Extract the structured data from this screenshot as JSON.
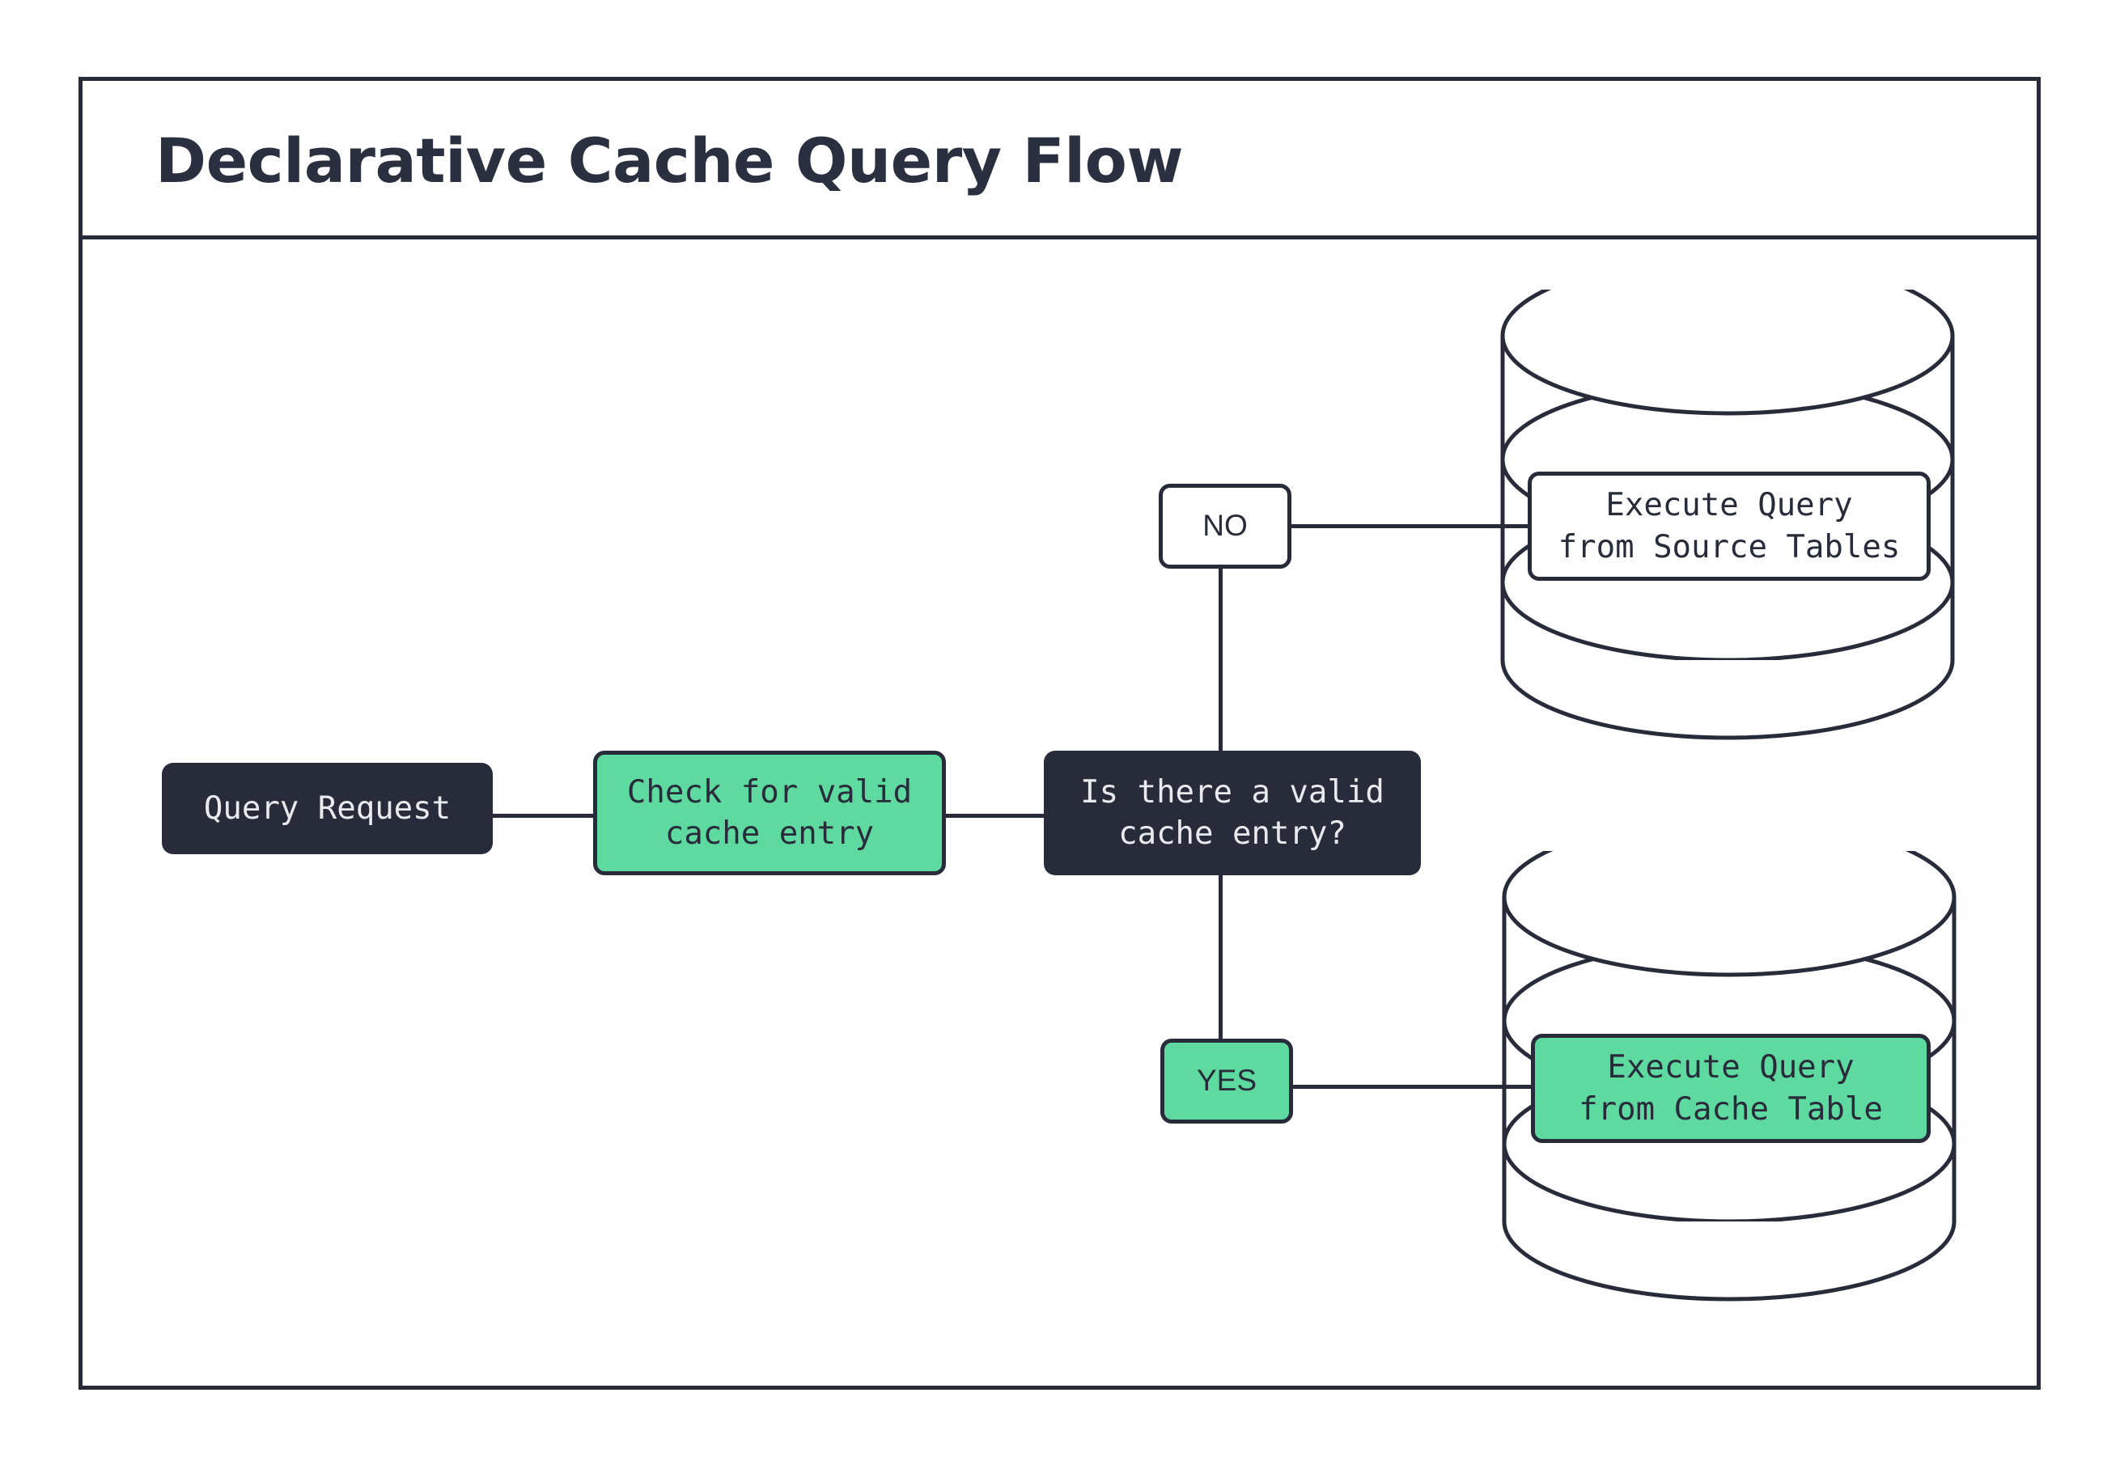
{
  "diagram": {
    "title": "Declarative Cache Query Flow",
    "accent_green": "#5ed9a0",
    "ink_dark": "#282c3a",
    "background": "#ffffff",
    "type": "flowchart",
    "nodes": [
      {
        "id": "query-request",
        "label": "Query Request",
        "shape": "rounded-rect",
        "style": "dark-filled"
      },
      {
        "id": "check-cache",
        "label": "Check for valid\ncache entry",
        "shape": "rounded-rect",
        "style": "green-filled"
      },
      {
        "id": "decision",
        "label": "Is there a valid\ncache entry?",
        "shape": "rounded-rect",
        "style": "dark-filled"
      },
      {
        "id": "branch-no",
        "label": "NO",
        "shape": "rounded-rect",
        "style": "white-filled"
      },
      {
        "id": "branch-yes",
        "label": "YES",
        "shape": "rounded-rect",
        "style": "green-filled"
      },
      {
        "id": "source-tables",
        "label": "Execute Query\nfrom Source Tables",
        "shape": "database-cylinder",
        "style": "white-filled"
      },
      {
        "id": "cache-table",
        "label": "Execute Query\nfrom Cache Table",
        "shape": "database-cylinder",
        "style": "green-filled"
      }
    ],
    "edges": [
      {
        "from": "query-request",
        "to": "check-cache"
      },
      {
        "from": "check-cache",
        "to": "decision"
      },
      {
        "from": "decision",
        "to": "branch-no",
        "label": "NO"
      },
      {
        "from": "decision",
        "to": "branch-yes",
        "label": "YES"
      },
      {
        "from": "branch-no",
        "to": "source-tables"
      },
      {
        "from": "branch-yes",
        "to": "cache-table"
      }
    ]
  }
}
